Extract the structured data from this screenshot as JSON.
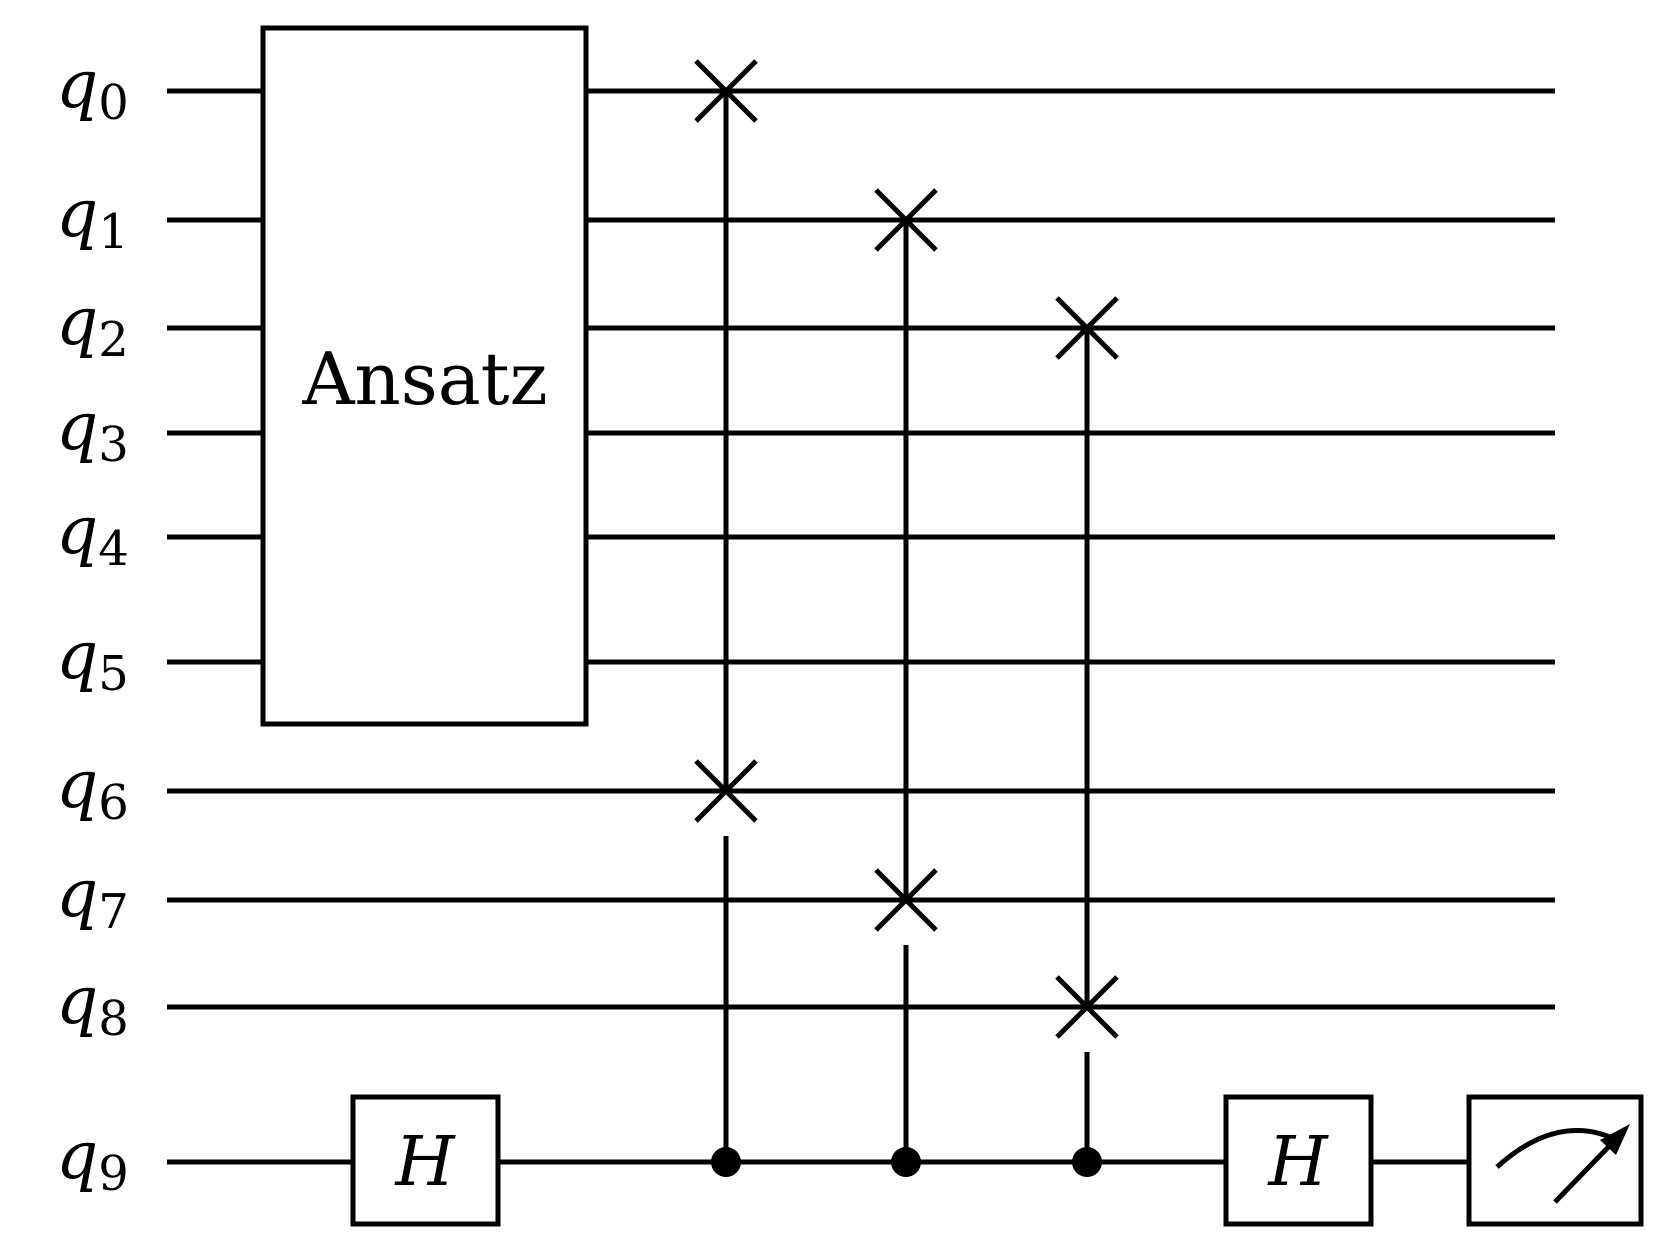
{
  "circuit": {
    "qubit_prefix": "q",
    "qubits": [
      "0",
      "1",
      "2",
      "3",
      "4",
      "5",
      "6",
      "7",
      "8",
      "9"
    ],
    "ansatz_label": "Ansatz",
    "ansatz_qubits": [
      0,
      5
    ],
    "h_label": "H",
    "swaps": [
      {
        "control": 9,
        "targets": [
          0,
          6
        ]
      },
      {
        "control": 9,
        "targets": [
          1,
          7
        ]
      },
      {
        "control": 9,
        "targets": [
          2,
          8
        ]
      }
    ],
    "measurement": {
      "qubit": 9,
      "icon": "meter-icon"
    }
  }
}
